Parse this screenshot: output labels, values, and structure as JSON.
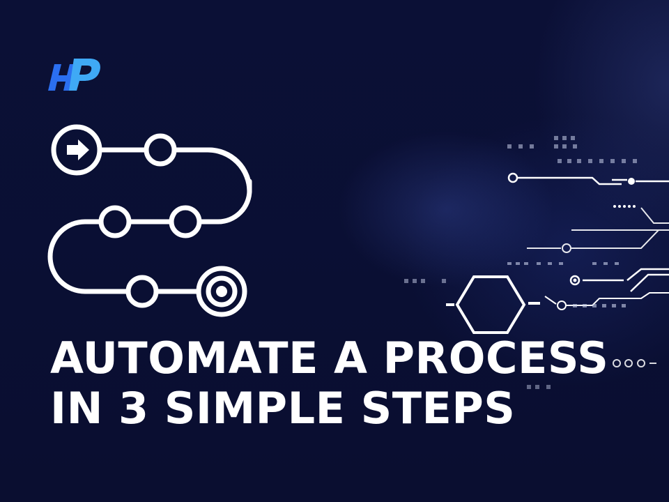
{
  "brand": {
    "logo_icon": "hp-monogram-logo",
    "colors": {
      "logo_light_blue": "#3fa9f5",
      "logo_blue": "#2b6ff0"
    }
  },
  "headline": {
    "line1": "AUTOMATE A PROCESS",
    "line2": "IN 3 SIMPLE STEPS"
  },
  "illustration": {
    "roadmap_icon": "process-roadmap-icon",
    "start_icon": "arrow-right-icon",
    "goal_icon": "target-icon",
    "circuit_icon": "circuit-board-graphic"
  },
  "colors": {
    "background": "#0a0f33",
    "foreground": "#ffffff"
  }
}
